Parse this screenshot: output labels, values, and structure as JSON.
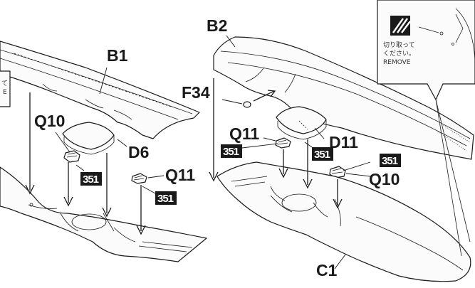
{
  "labels": {
    "b1": "B1",
    "b2": "B2",
    "c1": "C1",
    "d6": "D6",
    "d11": "D11",
    "f34": "F34",
    "q10_left": "Q10",
    "q11_left": "Q11",
    "q11_right": "Q11",
    "q10_right": "Q10"
  },
  "paint_codes": {
    "left_a": "351",
    "left_b": "351",
    "right_a": "351",
    "right_b": "351",
    "right_c": "351"
  },
  "callout": {
    "line1": "切り取って",
    "line2": "ください。",
    "line3": "REMOVE"
  },
  "left_callout": {
    "line1": "て",
    "line2": "E"
  },
  "colors": {
    "ink": "#1a1a1a",
    "paper": "#ffffff"
  }
}
